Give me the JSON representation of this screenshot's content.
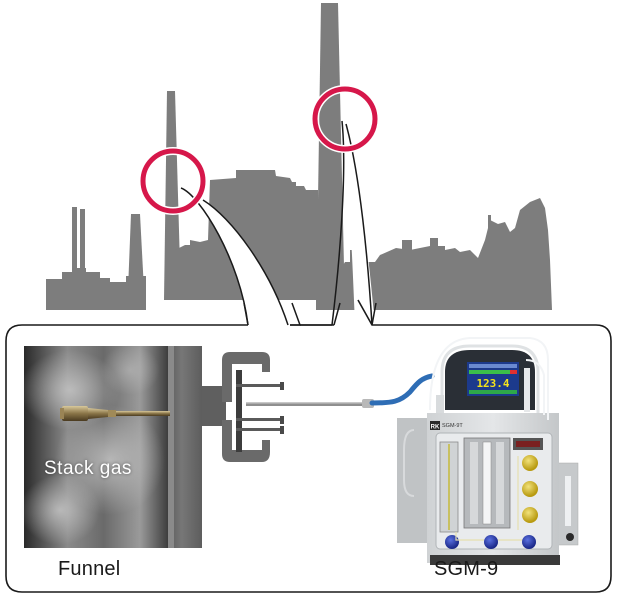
{
  "diagram": {
    "title": "Stack gas sampling with SGM-9",
    "colors": {
      "silhouette": "#7d7d7d",
      "highlight_ring": "#d6174a",
      "outline": "#1a1a1a",
      "hose": "#2e6db5",
      "knob": "#d8c020",
      "pump": "#2a3fb0",
      "screen_bg": "#1c3a8c",
      "screen_value": "#f4e41c"
    },
    "skyline": {
      "name": "Industrial plant skyline",
      "highlighted_stacks": [
        "left-chimney",
        "tall-chimney"
      ]
    },
    "detail_panel": {
      "funnel_label": "Funnel",
      "gas_label": "Stack gas",
      "instrument_label": "SGM-9",
      "instrument_badge": "SGM-9T",
      "instrument_logo": "RK",
      "screen_reading": "123.4"
    }
  }
}
